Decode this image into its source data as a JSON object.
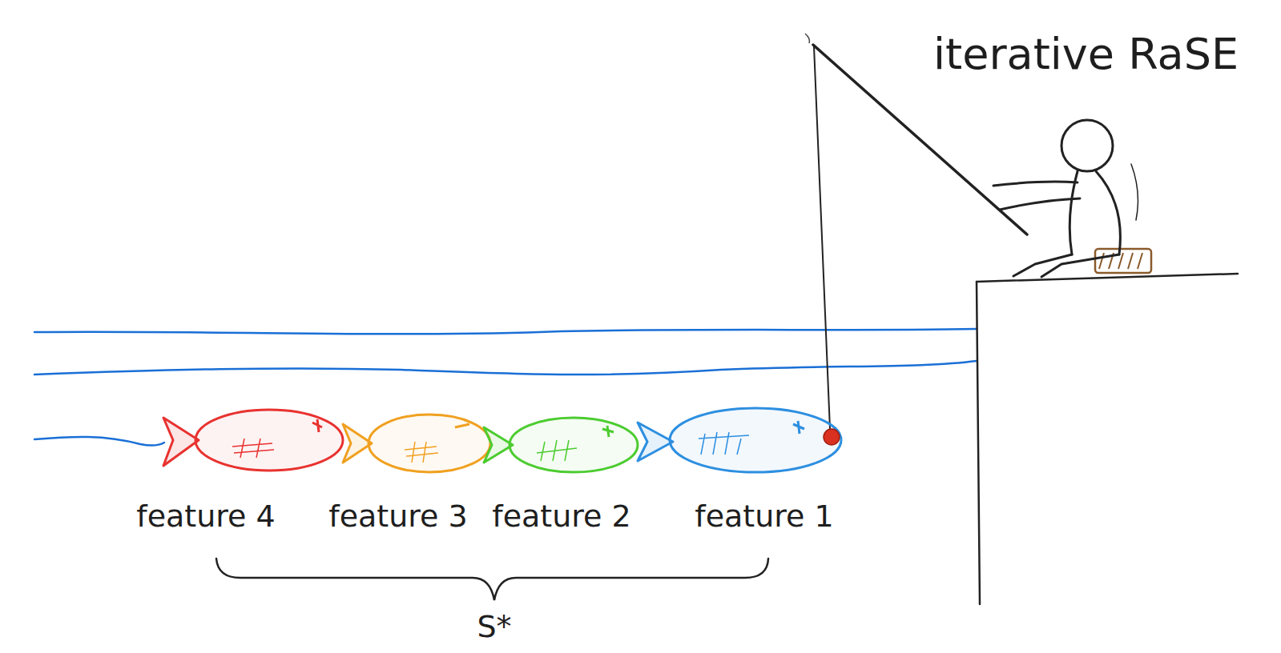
{
  "diagram": {
    "title": "iterative RaSE",
    "labels": [
      "feature 4",
      "feature 3",
      "feature 2",
      "feature 1",
      "S*"
    ]
  }
}
